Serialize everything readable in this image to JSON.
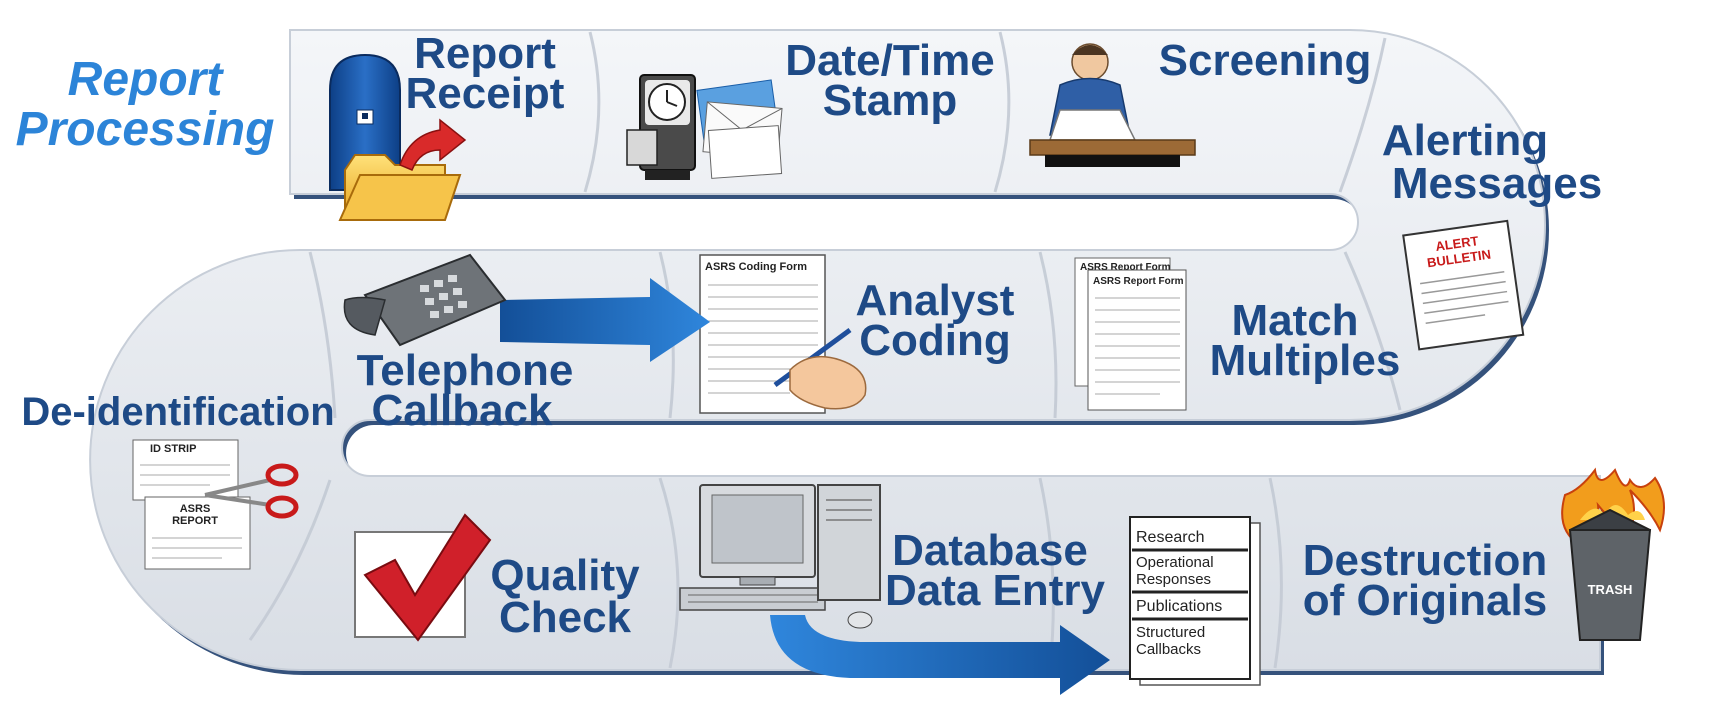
{
  "title": [
    "Report",
    "Processing"
  ],
  "steps": [
    {
      "id": "report-receipt",
      "lines": [
        "Report",
        "Receipt"
      ]
    },
    {
      "id": "date-time-stamp",
      "lines": [
        "Date/Time",
        "Stamp"
      ]
    },
    {
      "id": "screening",
      "lines": [
        "Screening"
      ]
    },
    {
      "id": "alerting-messages",
      "lines": [
        "Alerting",
        "Messages"
      ]
    },
    {
      "id": "match-multiples",
      "lines": [
        "Match",
        "Multiples"
      ]
    },
    {
      "id": "analyst-coding",
      "lines": [
        "Analyst",
        "Coding"
      ]
    },
    {
      "id": "telephone-callback",
      "lines": [
        "Telephone",
        "Callback"
      ]
    },
    {
      "id": "de-identification",
      "lines": [
        "De-identification"
      ]
    },
    {
      "id": "quality-check",
      "lines": [
        "Quality",
        "Check"
      ]
    },
    {
      "id": "database-data-entry",
      "lines": [
        "Database",
        "Data Entry"
      ]
    },
    {
      "id": "destruction-of-originals",
      "lines": [
        "Destruction",
        "of Originals"
      ]
    }
  ],
  "doc_labels": {
    "alert_bulletin": [
      "ALERT",
      "BULLETIN"
    ],
    "asrs_report_form": "ASRS Report Form",
    "asrs_coding_form": "ASRS Coding Form",
    "id_strip": "ID STRIP",
    "asrs_report": [
      "ASRS",
      "REPORT"
    ],
    "trash": "TRASH"
  },
  "output_list": [
    "Research",
    "Operational Responses",
    "Publications",
    "Structured Callbacks"
  ],
  "colors": {
    "label": "#1e4a86",
    "title": "#2c84d8",
    "road": "#e8ecf1",
    "road_edge": "#1f3f6e",
    "arrow": "#1f6bbf",
    "check": "#d0202a"
  }
}
